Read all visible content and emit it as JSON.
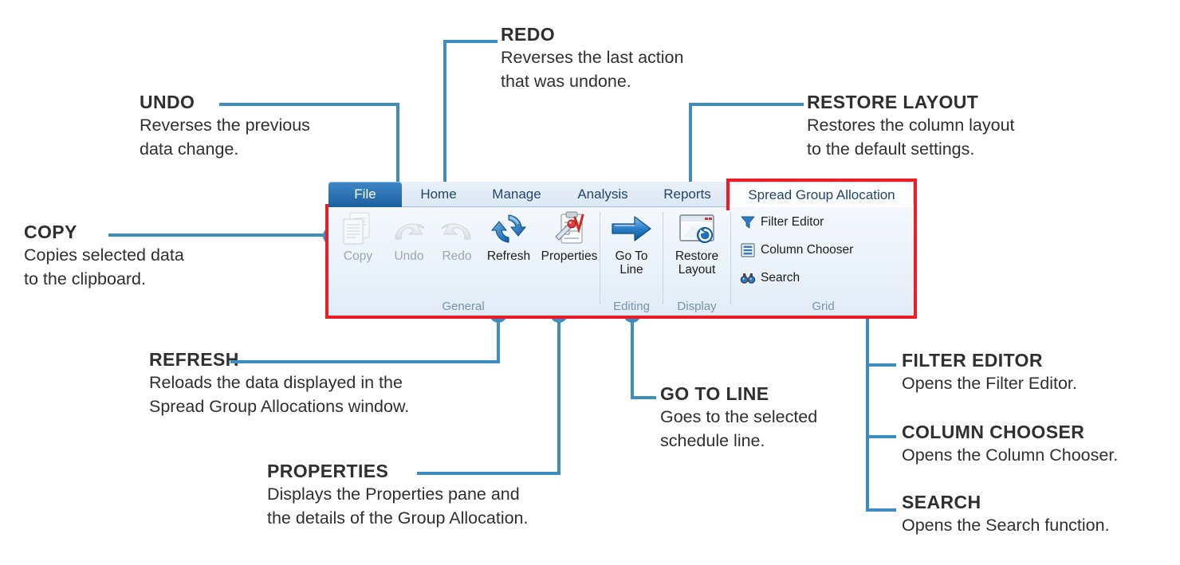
{
  "callouts": [
    {
      "key": "undo",
      "title": "UNDO",
      "lines": [
        "Reverses the previous",
        "data change."
      ]
    },
    {
      "key": "redo",
      "title": "REDO",
      "lines": [
        "Reverses the last action",
        "that was undone."
      ]
    },
    {
      "key": "restore_layout",
      "title": "RESTORE LAYOUT",
      "lines": [
        "Restores the column layout",
        "to the default settings."
      ]
    },
    {
      "key": "copy",
      "title": "COPY",
      "lines": [
        "Copies selected data",
        "to the clipboard."
      ]
    },
    {
      "key": "refresh",
      "title": "REFRESH",
      "lines": [
        "Reloads the data displayed in the",
        "Spread Group Allocations window."
      ]
    },
    {
      "key": "properties",
      "title": "PROPERTIES",
      "lines": [
        "Displays the Properties pane and",
        "the details of the Group Allocation."
      ]
    },
    {
      "key": "go_to_line",
      "title": "GO TO LINE",
      "lines": [
        "Goes to the selected",
        "schedule line."
      ]
    },
    {
      "key": "filter_editor",
      "title": "FILTER EDITOR",
      "lines": [
        "Opens the Filter Editor."
      ]
    },
    {
      "key": "column_chooser",
      "title": "COLUMN CHOOSER",
      "lines": [
        "Opens the Column Chooser."
      ]
    },
    {
      "key": "search",
      "title": "SEARCH",
      "lines": [
        "Opens the Search function."
      ]
    }
  ],
  "ribbon": {
    "tabs": [
      {
        "key": "file",
        "label": "File",
        "state": "file"
      },
      {
        "key": "home",
        "label": "Home",
        "state": "normal"
      },
      {
        "key": "manage",
        "label": "Manage",
        "state": "normal"
      },
      {
        "key": "analysis",
        "label": "Analysis",
        "state": "normal"
      },
      {
        "key": "reports",
        "label": "Reports",
        "state": "normal"
      },
      {
        "key": "spread_group_allocation",
        "label": "Spread Group Allocation",
        "state": "active"
      }
    ],
    "groups": [
      {
        "key": "general",
        "label": "General"
      },
      {
        "key": "editing",
        "label": "Editing"
      },
      {
        "key": "display",
        "label": "Display"
      },
      {
        "key": "grid",
        "label": "Grid"
      }
    ],
    "buttons": [
      {
        "key": "copy",
        "label": "Copy",
        "icon": "copy-icon",
        "enabled": false
      },
      {
        "key": "undo",
        "label": "Undo",
        "icon": "undo-arrow-icon",
        "enabled": false
      },
      {
        "key": "redo",
        "label": "Redo",
        "icon": "redo-arrow-icon",
        "enabled": false
      },
      {
        "key": "refresh",
        "label": "Refresh",
        "icon": "refresh-icon",
        "enabled": true
      },
      {
        "key": "properties",
        "label": "Properties",
        "icon": "clipboard-properties-icon",
        "enabled": true
      },
      {
        "key": "go_to_line",
        "label": "Go To\nLine",
        "label_line1": "Go To",
        "label_line2": "Line",
        "icon": "right-arrow-icon",
        "enabled": true
      },
      {
        "key": "restore_layout",
        "label": "Restore\nLayout",
        "label_line1": "Restore",
        "label_line2": "Layout",
        "icon": "restore-window-icon",
        "enabled": true
      }
    ],
    "grid_items": [
      {
        "key": "filter_editor",
        "label": "Filter Editor",
        "icon": "funnel-icon"
      },
      {
        "key": "column_chooser",
        "label": "Column Chooser",
        "icon": "columns-list-icon"
      },
      {
        "key": "search",
        "label": "Search",
        "icon": "binoculars-icon"
      }
    ]
  },
  "colors": {
    "accent_blue": "#3d8ec0",
    "highlight_red": "#ee1c25",
    "text_dark": "#2f2f2f",
    "ribbon_tab_text": "#23456b"
  }
}
